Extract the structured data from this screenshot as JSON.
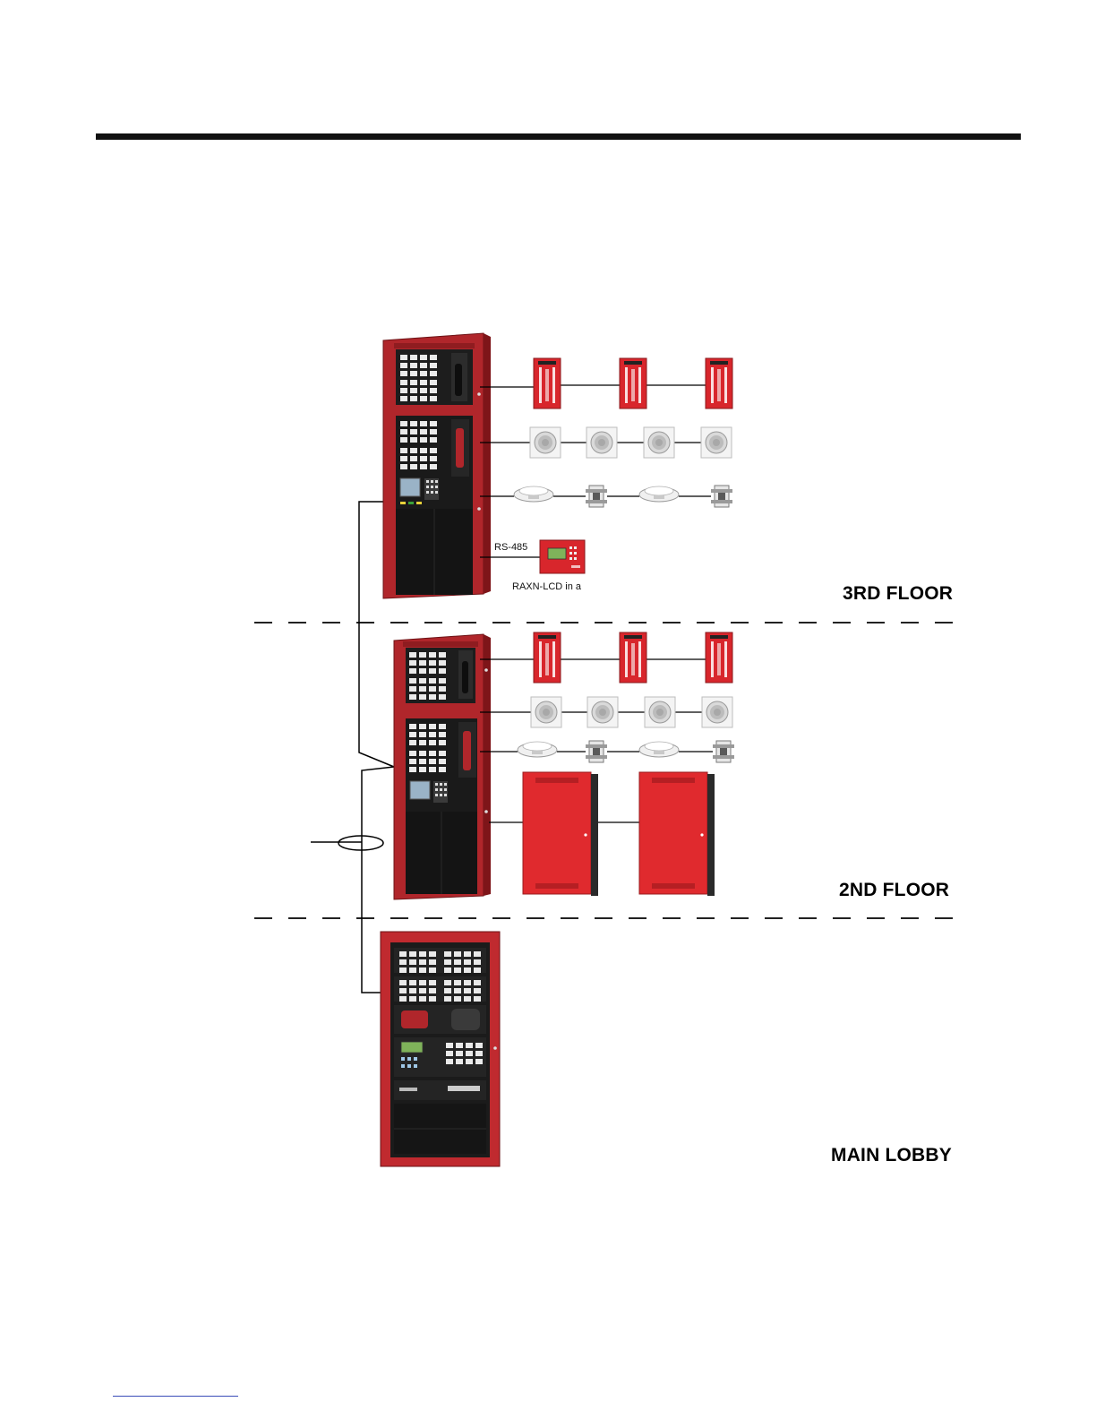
{
  "floors": {
    "third": {
      "label": "3RD FLOOR"
    },
    "second": {
      "label": "2ND FLOOR"
    },
    "lobby": {
      "label": "MAIN LOBBY"
    }
  },
  "annotations": {
    "rs485": "RS-485",
    "raxn": "RAXN-LCD in a"
  },
  "colors": {
    "panel_red": "#b0262b",
    "device_red": "#d8262c",
    "panel_black": "#1c1c1c",
    "wire": "#000000"
  }
}
